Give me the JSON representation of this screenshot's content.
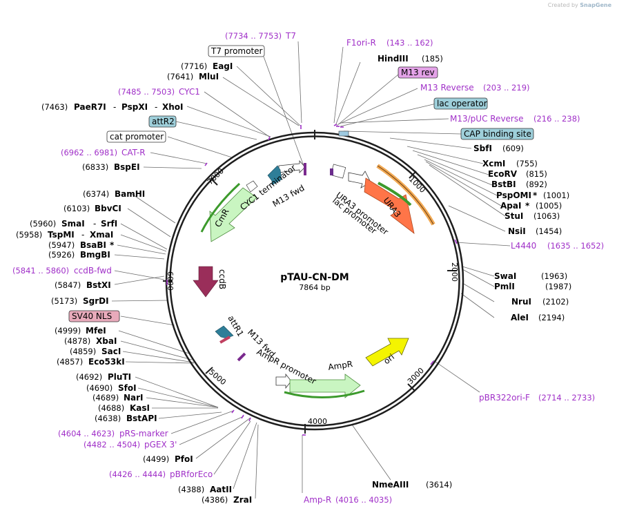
{
  "watermark": {
    "prefix": "Created by",
    "brand": "SnapGene"
  },
  "plasmid": {
    "name": "pTAU-CN-DM",
    "size": "7864 bp"
  },
  "ring_ticks": [
    "1000",
    "2000",
    "3000",
    "4000",
    "5000",
    "6000",
    "7000"
  ],
  "colors": {
    "primer": "#a030c8",
    "enzyme": "#000000",
    "ring": "#1e1e1e",
    "leader": "#6a6a6a"
  },
  "labels": {
    "t7_range": "(7734 .. 7753)",
    "t7_name": "T7",
    "f1ori_name": "F1ori-R",
    "f1ori_range": "(143 .. 162)",
    "t7promoter": "T7 promoter",
    "hindiii_name": "HindIII",
    "hindiii_pos": "(185)",
    "eagi_pos": "(7716)",
    "eagi_name": "EagI",
    "m13rev": "M13 rev",
    "mlui_pos": "(7641)",
    "mlui_name": "MluI",
    "m13reverse_name": "M13 Reverse",
    "m13reverse_range": "(203 .. 219)",
    "cyc1_range": "(7485 .. 7503)",
    "cyc1_name": "CYC1",
    "lacop": "lac operator",
    "paer7i_pos": "(7463)",
    "paer7i_name": "PaeR7I",
    "pspxi_name": "PspXI",
    "xhoi_name": "XhoI",
    "m13puc_name": "M13/pUC Reverse",
    "m13puc_range": "(216 .. 238)",
    "attr2": "attR2",
    "cap": "CAP binding site",
    "catpromoter": "cat promoter",
    "sbfi_name": "SbfI",
    "sbfi_pos": "(609)",
    "catr_range": "(6962 .. 6981)",
    "catr_name": "CAT-R",
    "xcmi_name": "XcmI",
    "xcmi_pos": "(755)",
    "bspei_pos": "(6833)",
    "bspei_name": "BspEI",
    "ecorv_name": "EcoRV",
    "ecorv_pos": "(815)",
    "bstbi_name": "BstBI",
    "bstbi_pos": "(892)",
    "bamhi_pos": "(6374)",
    "bamhi_name": "BamHI",
    "pspomi_name": "PspOMI",
    "pspomi_pos": "(1001)",
    "apai_name": "ApaI",
    "apai_pos": "(1005)",
    "bbvci_pos": "(6103)",
    "bbvci_name": "BbvCI",
    "stui_name": "StuI",
    "stui_pos": "(1063)",
    "smai_pos": "(5960)",
    "smai_name": "SmaI",
    "srfi_name": "SrfI",
    "nsii_name": "NsiI",
    "nsii_pos": "(1454)",
    "tspmi_pos": "(5958)",
    "tspmi_name": "TspMI",
    "xmai_name": "XmaI",
    "bsabi_pos": "(5947)",
    "bsabi_name": "BsaBI",
    "l4440_name": "L4440",
    "l4440_range": "(1635 .. 1652)",
    "bmgbi_pos": "(5926)",
    "bmgbi_name": "BmgBI",
    "ccdb_range": "(5841 .. 5860)",
    "ccdb_name": "ccdB-fwd",
    "swai_name": "SwaI",
    "swai_pos": "(1963)",
    "pmli_name": "PmlI",
    "pmli_pos": "(1987)",
    "bstxi_pos": "(5847)",
    "bstxi_name": "BstXI",
    "nrui_name": "NruI",
    "nrui_pos": "(2102)",
    "sgrdi_pos": "(5173)",
    "sgrdi_name": "SgrDI",
    "alei_name": "AleI",
    "alei_pos": "(2194)",
    "sv40": "SV40 NLS",
    "mfei_pos": "(4999)",
    "mfei_name": "MfeI",
    "xbai_pos": "(4878)",
    "xbai_name": "XbaI",
    "saci_pos": "(4859)",
    "saci_name": "SacI",
    "eco53ki_pos": "(4857)",
    "eco53ki_name": "Eco53kI",
    "plutI_pos": "(4692)",
    "plutI_name": "PluTI",
    "sfoi_pos": "(4690)",
    "sfoi_name": "SfoI",
    "nari_pos": "(4689)",
    "nari_name": "NarI",
    "kasi_pos": "(4688)",
    "kasi_name": "KasI",
    "bstapi_pos": "(4638)",
    "bstapi_name": "BstAPI",
    "pbr_name": "pBR322ori-F",
    "pbr_range": "(2714 .. 2733)",
    "prs_range": "(4604 .. 4623)",
    "prs_name": "pRS-marker",
    "pgex_range": "(4482 .. 4504)",
    "pgex_name": "pGEX 3'",
    "pfoi_pos": "(4499)",
    "pfoi_name": "PfoI",
    "nmeaiii_name": "NmeAIII",
    "nmeaiii_pos": "(3614)",
    "pbrforeco_range": "(4426 .. 4444)",
    "pbrforeco_name": "pBRforEco",
    "aatii_pos": "(4388)",
    "aatii_name": "AatII",
    "ampr_range": "(4016 .. 4035)",
    "ampr_name": "Amp-R",
    "zrai_pos": "(4386)",
    "zrai_name": "ZraI",
    "star": "*",
    "dash": "-"
  },
  "features": {
    "cyc1_term": "CYC1 terminator",
    "m13fwd_top": "M13 fwd",
    "ura3_promoter": "URA3 promoter",
    "lac_promoter": "lac promoter",
    "ura3": "URA3",
    "cmr": "CmR",
    "ccdb": "ccdB",
    "attr1": "attR1",
    "m13fwd_bottom": "M13 fwd",
    "ampr_promoter": "AmpR promoter",
    "ampr": "AmpR",
    "ori": "ori"
  }
}
